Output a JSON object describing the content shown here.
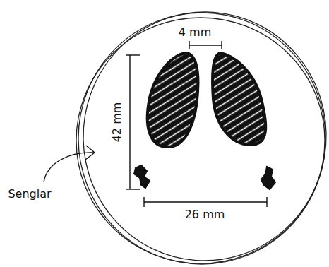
{
  "diagram": {
    "labels": [
      "4 mm",
      "42 mm",
      "26 mm",
      "Senglar"
    ]
  }
}
